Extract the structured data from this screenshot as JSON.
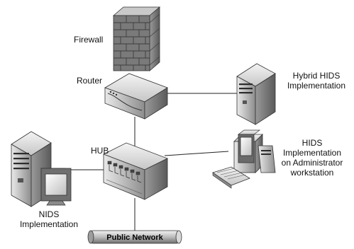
{
  "nodes": {
    "firewall": {
      "label": "Firewall"
    },
    "router": {
      "label": "Router"
    },
    "hub": {
      "label": "HUB"
    },
    "hybrid_hids": {
      "label_lines": [
        "Hybrid HIDS",
        "Implementation"
      ]
    },
    "hids_admin": {
      "label_lines": [
        "HIDS",
        "Implementation",
        "on Administrator",
        "workstation"
      ]
    },
    "nids": {
      "label_lines": [
        "NIDS",
        "Implementation"
      ]
    },
    "public_network": {
      "label": "Public Network"
    }
  }
}
